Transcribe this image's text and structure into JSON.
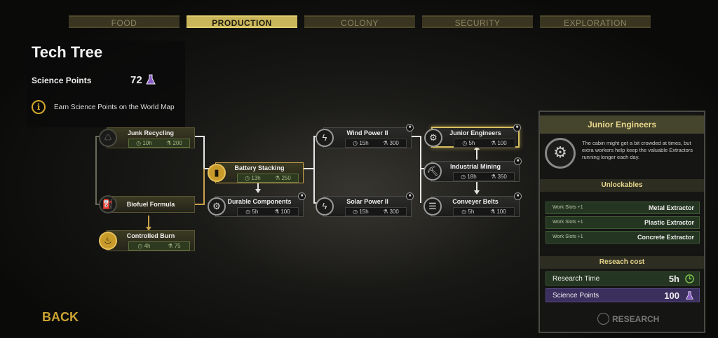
{
  "tabs": [
    "FOOD",
    "PRODUCTION",
    "COLONY",
    "SECURITY",
    "EXPLORATION"
  ],
  "active_tab": "PRODUCTION",
  "header": {
    "title": "Tech Tree",
    "science_label": "Science Points",
    "science_value": "72",
    "hint": "Earn Science Points on the World Map"
  },
  "nodes": {
    "junk_recycling": {
      "name": "Junk Recycling",
      "time": "10h",
      "cost": "200"
    },
    "biofuel_formula": {
      "name": "Biofuel Formula"
    },
    "controlled_burn": {
      "name": "Controlled Burn",
      "time": "4h",
      "cost": "75"
    },
    "battery_stacking": {
      "name": "Battery Stacking",
      "time": "13h",
      "cost": "250"
    },
    "durable_components": {
      "name": "Durable Components",
      "time": "5h",
      "cost": "100"
    },
    "wind_power_2": {
      "name": "Wind Power II",
      "time": "15h",
      "cost": "300"
    },
    "solar_power_2": {
      "name": "Solar Power II",
      "time": "15h",
      "cost": "300"
    },
    "junior_engineers": {
      "name": "Junior Engineers",
      "time": "5h",
      "cost": "100"
    },
    "industrial_mining": {
      "name": "Industrial Mining",
      "time": "18h",
      "cost": "350"
    },
    "conveyer_belts": {
      "name": "Conveyer Belts",
      "time": "5h",
      "cost": "100"
    }
  },
  "panel": {
    "title": "Junior Engineers",
    "description": "The cabin might get a bit crowded at times, but extra workers help keep the valuable Extractors running longer each day.",
    "unlockables_label": "Unlockables",
    "unlockables": [
      {
        "bonus": "Work Slots +1",
        "name": "Metal Extractor"
      },
      {
        "bonus": "Work Slots +1",
        "name": "Plastic Extractor"
      },
      {
        "bonus": "Work Slots +1",
        "name": "Concrete Extractor"
      }
    ],
    "cost_label": "Reseach cost",
    "time_label": "Research Time",
    "time_value": "5h",
    "points_label": "Science Points",
    "points_value": "100",
    "research_button": "RESEARCH"
  },
  "back_label": "BACK",
  "colors": {
    "accent": "#c9b65a",
    "gold": "#c9a232",
    "done_green": "#2d3a1f",
    "science_purple": "#8a5cc7"
  }
}
